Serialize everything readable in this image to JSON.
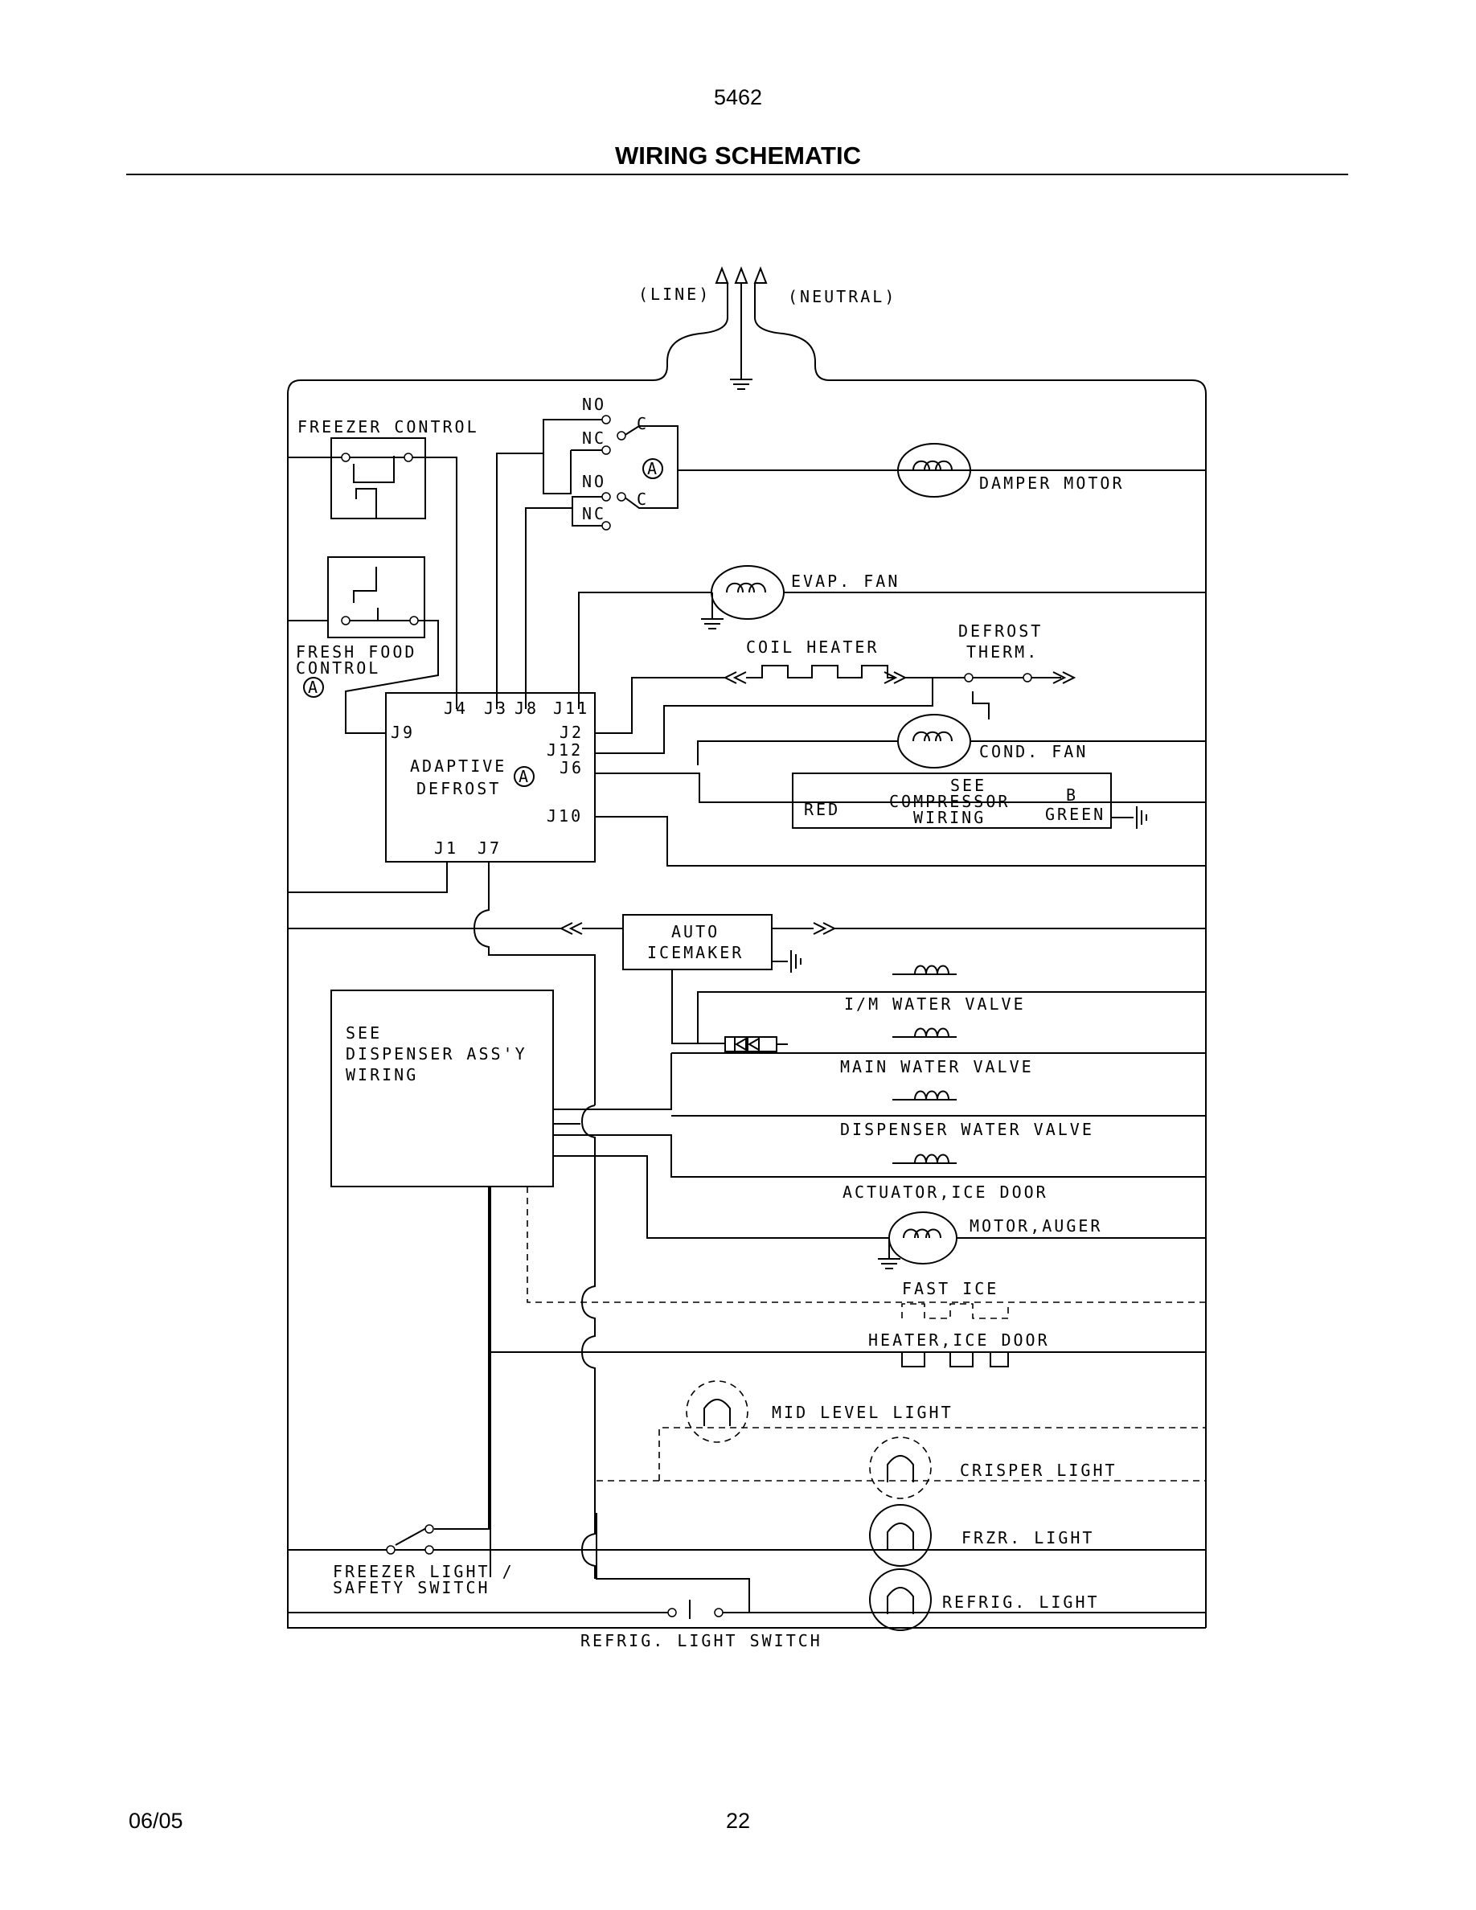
{
  "header": {
    "model": "5462",
    "title": "WIRING SCHEMATIC"
  },
  "footer": {
    "date": "06/05",
    "page": "22"
  },
  "labels": {
    "line": "(LINE)",
    "neutral": "(NEUTRAL)",
    "freezer_control": "FREEZER CONTROL",
    "no": "NO",
    "nc": "NC",
    "c": "C",
    "a": "A",
    "damper_motor": "DAMPER MOTOR",
    "evap_fan": "EVAP. FAN",
    "fresh_food": "FRESH FOOD",
    "control": "CONTROL",
    "coil_heater": "COIL HEATER",
    "defrost": "DEFROST",
    "therm": "THERM.",
    "j4": "J4",
    "j3": "J3",
    "j8": "J8",
    "j11": "J11",
    "j9": "J9",
    "j2": "J2",
    "j12": "J12",
    "j6": "J6",
    "j10": "J10",
    "j1": "J1",
    "j7": "J7",
    "adaptive": "ADAPTIVE",
    "defrost_box": "DEFROST",
    "cond_fan": "COND. FAN",
    "see": "SEE",
    "compressor": "COMPRESSOR",
    "wiring": "WIRING",
    "red": "RED",
    "b": "B",
    "green": "GREEN",
    "auto": "AUTO",
    "icemaker": "ICEMAKER",
    "see2": "SEE",
    "dispenser_assy": "DISPENSER ASS'Y",
    "wiring2": "WIRING",
    "im_water_valve": "I/M WATER VALVE",
    "main_water_valve": "MAIN WATER VALVE",
    "dispenser_water_valve": "DISPENSER WATER VALVE",
    "actuator_ice_door": "ACTUATOR,ICE DOOR",
    "motor_auger": "MOTOR,AUGER",
    "fast_ice": "FAST ICE",
    "heater_ice_door": "HEATER,ICE DOOR",
    "mid_level_light": "MID LEVEL LIGHT",
    "crisper_light": "CRISPER LIGHT",
    "frzr_light": "FRZR. LIGHT",
    "refrig_light": "REFRIG. LIGHT",
    "freezer_light_1": "FREEZER LIGHT /",
    "freezer_light_2": "SAFETY SWITCH",
    "refrig_light_switch": "REFRIG. LIGHT SWITCH"
  }
}
